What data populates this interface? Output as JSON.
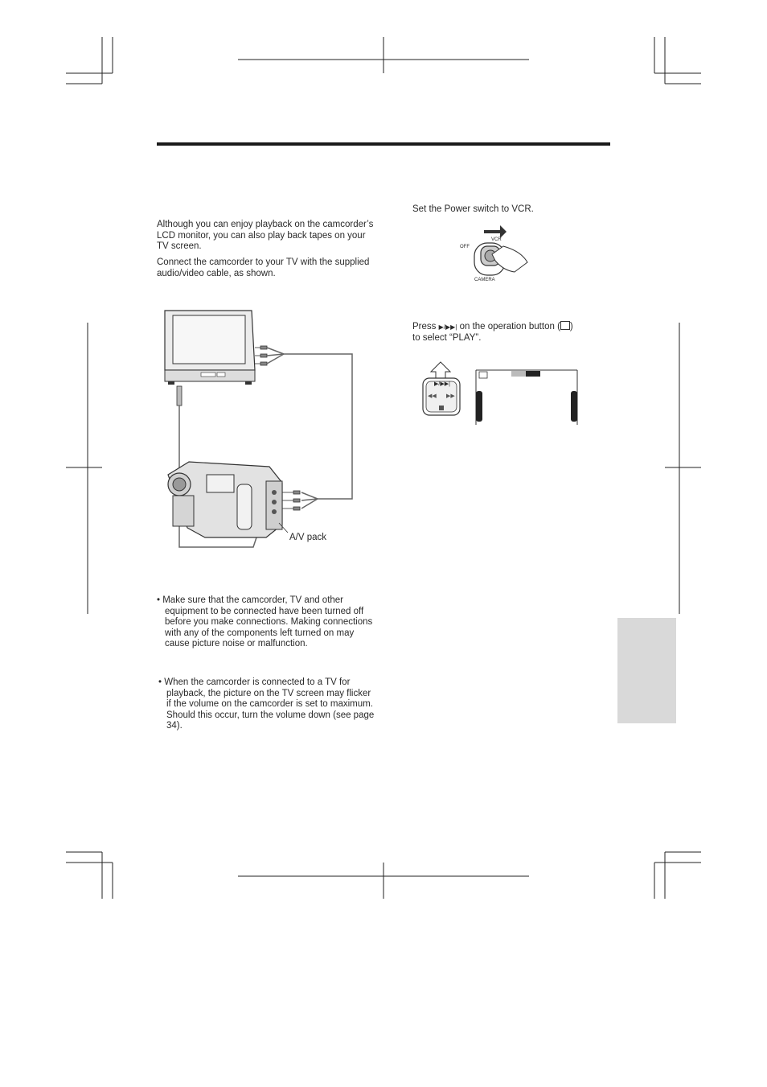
{
  "intro": {
    "paragraph1": "Although you can enjoy playback on the camcorder’s LCD monitor, you can also play back tapes on your TV screen.",
    "paragraph2": "Connect the camcorder to your TV with the supplied audio/video cable, as shown."
  },
  "connection_figure": {
    "av_pack_label": "A/V pack"
  },
  "notes": {
    "note1": "• Make sure that the camcorder, TV and other equipment to be connected have been turned off before you make connections. Making connections with any of the components left turned on may cause picture noise or malfunction.",
    "note2": "• When the camcorder is connected to a TV for playback, the picture on the TV screen may flicker if the volume on the camcorder is set to maximum. Should this occur, turn the volume down (see page 34)."
  },
  "steps": {
    "step1_text": "Set the Power switch to VCR.",
    "step2_text_before": "Press",
    "step2_text_after": "on the operation button (",
    "step2_text_end": ")",
    "step2_line2": "to select “PLAY”."
  },
  "power_switch": {
    "off_label": "OFF",
    "vcr_label": "VCR",
    "camera_label": "CAMERA"
  },
  "operation_button": {
    "play_symbol": "▶/▶▶|",
    "rew_symbol": "◀◀",
    "ff_symbol": "▶▶",
    "stop_symbol": "■"
  }
}
